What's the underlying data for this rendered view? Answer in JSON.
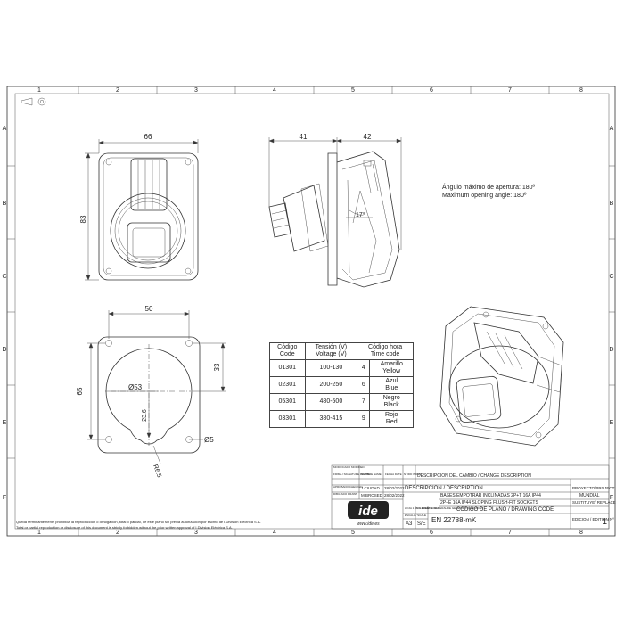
{
  "grid": {
    "columns": [
      "1",
      "2",
      "3",
      "4",
      "5",
      "6",
      "7",
      "8"
    ],
    "rows": [
      "A",
      "B",
      "C",
      "D",
      "E",
      "F"
    ]
  },
  "dimensions": {
    "front_width": "66",
    "front_height": "83",
    "side_left": "41",
    "side_right": "42",
    "angle": "17°",
    "rear_width": "50",
    "rear_half_height": "33",
    "rear_height": "65",
    "bore_diameter": "Ø53",
    "bore_offset": "23.6",
    "hole_diameter": "Ø5",
    "corner_radius": "R6.5"
  },
  "opening_angle": {
    "es": "Ángulo máximo de apertura: 180º",
    "en": "Maximum opening angle: 180º"
  },
  "codes_table": {
    "headers": [
      [
        "Código",
        "Code"
      ],
      [
        "Tensión (V)",
        "Voltage (V)"
      ],
      [
        "Código hora",
        "Time code"
      ]
    ],
    "rows": [
      {
        "code": "01301",
        "voltage": "100-130",
        "hour": "4",
        "color": [
          "Amarillo",
          "Yellow"
        ]
      },
      {
        "code": "02301",
        "voltage": "200-250",
        "hour": "6",
        "color": [
          "Azul",
          "Blue"
        ]
      },
      {
        "code": "05301",
        "voltage": "480-500",
        "hour": "7",
        "color": [
          "Negro",
          "Black"
        ]
      },
      {
        "code": "03301",
        "voltage": "380-415",
        "hour": "9",
        "color": [
          "Rojo",
          "Red"
        ]
      }
    ]
  },
  "title_block": {
    "modified_label": "MODIFICADO MODIFIED",
    "signature_label": "FIRMA / SIGNATURE DIGITAL",
    "name_label": "NOMBRE NAME",
    "date_label": "FECHA DATE",
    "index_label": "Nº IDD INDEX",
    "change_desc": "DESCRIPCION DEL CAMBIO / CHANGE DESCRIPTION",
    "approved_label": "APROBADO CHECKED",
    "approved_name": "J.CIUDAD",
    "approved_date": "28/02/2022",
    "drawn_label": "DIBUJADO DRAWN",
    "drawn_name": "M.BROSED",
    "drawn_date": "28/02/2022",
    "description_label": "DESCRIPCION / DESCRIPTION",
    "description_es": "BASES EMPOTRAR INCLINADAS 2P+T 16A IP44",
    "description_en": "2P+E 16A IP44 SLOPING FLUSH-FIT SOCKETS",
    "project_label": "PROYECTO/PROJECT",
    "project_value": "MUNDIAL",
    "replace_label": "SUSTITUYE/ REPLACE",
    "scale_label": "ESCALA / SCALE",
    "sheet_label": "HOJA 1 DE 1 SHEET 1 OF 1",
    "tolerance_label": "TOLERANCIA GENERAL DE GENERAL TOLERANCES",
    "format": "A3",
    "scale": "S/E",
    "drawing_code_label": "CODIGO DE PLANO / DRAWING CODE",
    "drawing_code": "EN 22788-mK",
    "edition_label": "EDICION / EDITION   Nº",
    "edition": "1",
    "logo": "ide",
    "website": "www.ide.es"
  },
  "legal": {
    "es": "Queda terminantemente prohibida la reproducción o divulgación, total o parcial, de este plano sin previa autorización por escrito de I.Division Eléctrica S.A.",
    "en": "Total or partial reproduction or disclosure of this document is strictly forbidden without the prior written approval of I.Division Eléctrica S.A."
  }
}
